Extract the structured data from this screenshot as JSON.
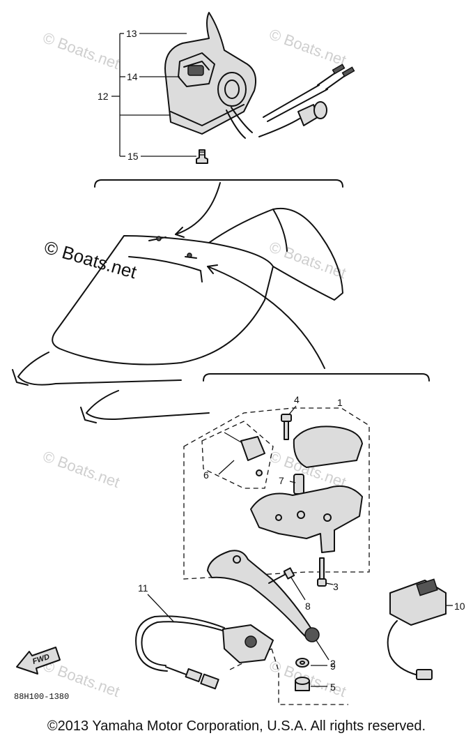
{
  "diagram": {
    "callouts": [
      "1",
      "2",
      "3",
      "4",
      "5",
      "6",
      "7",
      "8",
      "9",
      "10",
      "11",
      "12",
      "13",
      "14",
      "15"
    ],
    "watermark_main": "© Boats.net",
    "watermark_faint": "© Boats.net",
    "fwd_label": "FWD",
    "part_code": "88H100-1380"
  },
  "footer": {
    "copyright": "©2013 Yamaha Motor Corporation, U.S.A. All rights reserved."
  }
}
